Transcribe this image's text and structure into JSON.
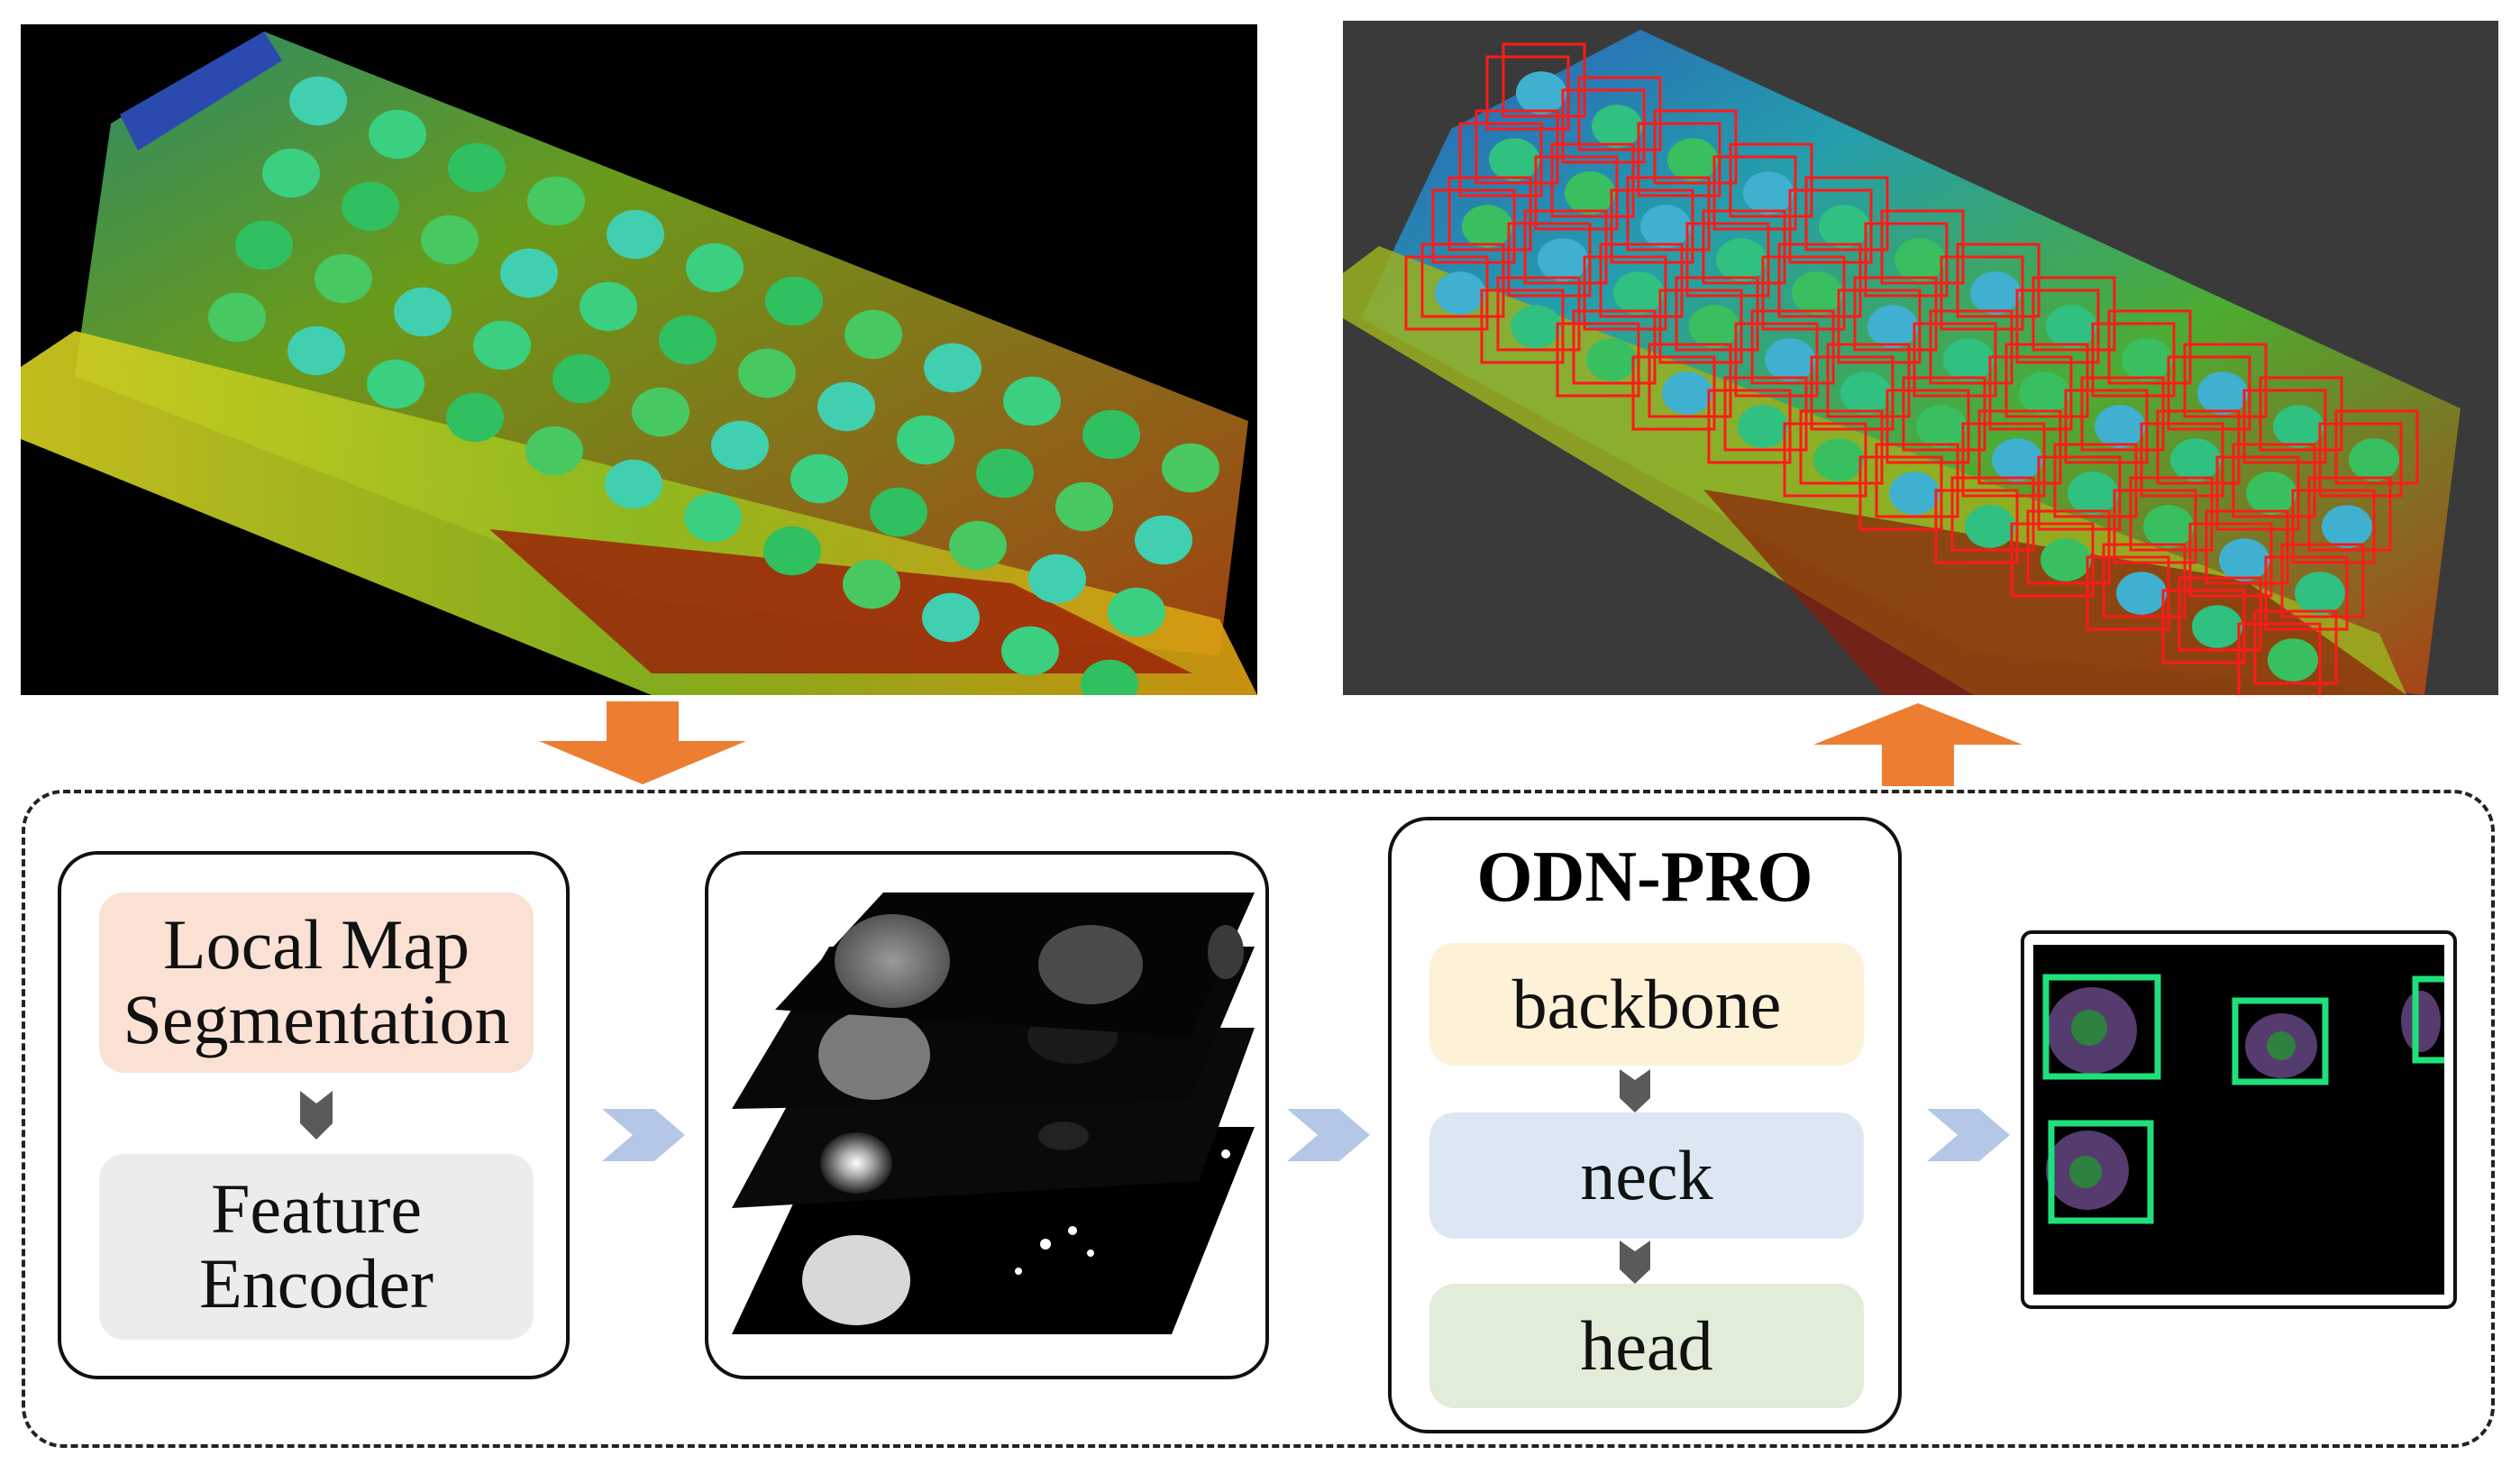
{
  "top_images": {
    "left": {
      "background": "#000000"
    },
    "right": {
      "background": "#3a3a3a",
      "box_color": "#ff1a1a"
    }
  },
  "arrows": {
    "color": "#ed7d31"
  },
  "pipeline": {
    "segmentation": {
      "line1": "Local Map",
      "line2": "Segmentation",
      "color": "#fbe1d4"
    },
    "encoder": {
      "line1": "Feature",
      "line2": "Encoder",
      "color": "#ececec"
    },
    "odn": {
      "title": "ODN-PRO",
      "backbone": "backbone",
      "neck": "neck",
      "head": "head"
    },
    "flow_arrow_color": "#b4c7e7",
    "detection_box_color": "#1fe07a"
  }
}
